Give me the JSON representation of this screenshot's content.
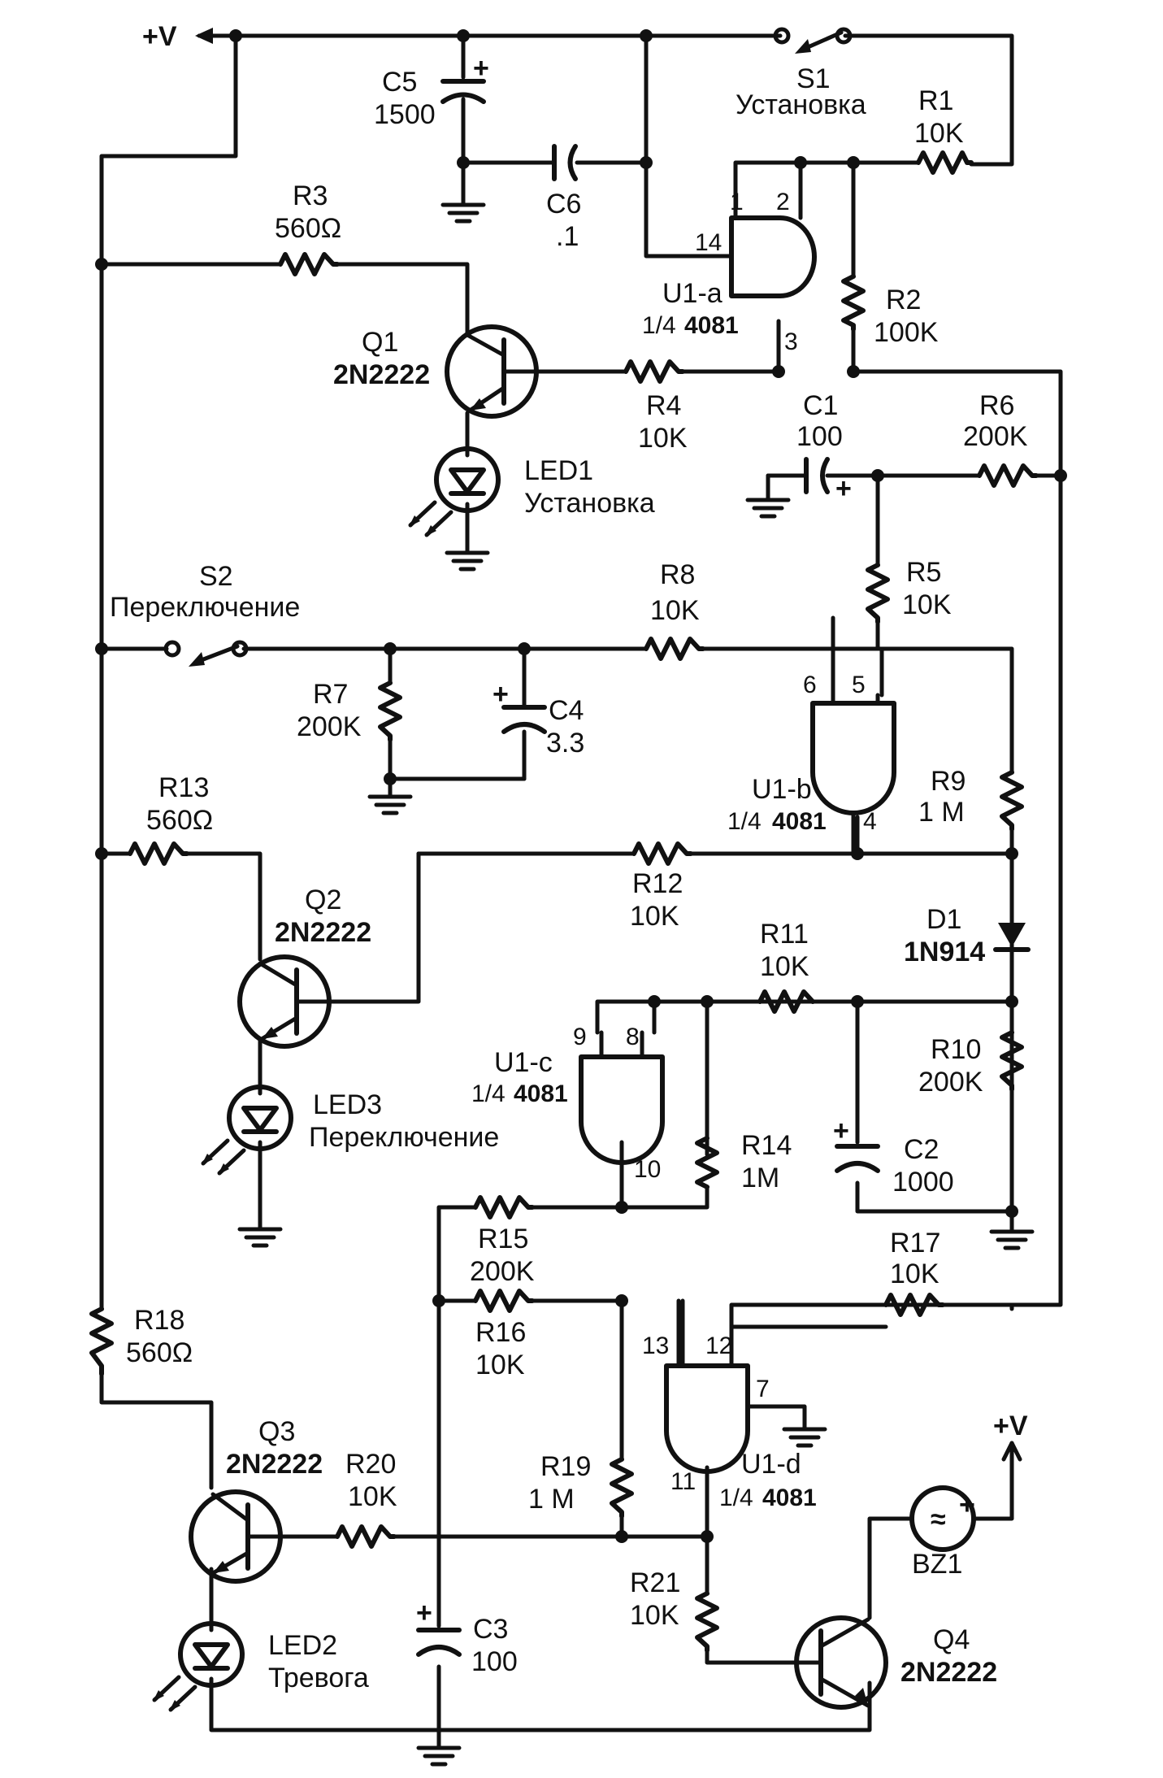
{
  "supply": {
    "pos_label": "+V"
  },
  "switches": {
    "s1": {
      "ref": "S1",
      "name": "Установка"
    },
    "s2": {
      "ref": "S2",
      "name": "Переключение"
    }
  },
  "resistors": {
    "r1": {
      "ref": "R1",
      "value": "10K"
    },
    "r2": {
      "ref": "R2",
      "value": "100K"
    },
    "r3": {
      "ref": "R3",
      "value": "560Ω"
    },
    "r4": {
      "ref": "R4",
      "value": "10K"
    },
    "r5": {
      "ref": "R5",
      "value": "10K"
    },
    "r6": {
      "ref": "R6",
      "value": "200K"
    },
    "r7": {
      "ref": "R7",
      "value": "200K"
    },
    "r8": {
      "ref": "R8",
      "value": "10K"
    },
    "r9": {
      "ref": "R9",
      "value": "1 M"
    },
    "r10": {
      "ref": "R10",
      "value": "200K"
    },
    "r11": {
      "ref": "R11",
      "value": "10K"
    },
    "r12": {
      "ref": "R12",
      "value": "10K"
    },
    "r13": {
      "ref": "R13",
      "value": "560Ω"
    },
    "r14": {
      "ref": "R14",
      "value": "1M"
    },
    "r15": {
      "ref": "R15",
      "value": "200K"
    },
    "r16": {
      "ref": "R16",
      "value": "10K"
    },
    "r17": {
      "ref": "R17",
      "value": "10K"
    },
    "r18": {
      "ref": "R18",
      "value": "560Ω"
    },
    "r19": {
      "ref": "R19",
      "value": "1 M"
    },
    "r20": {
      "ref": "R20",
      "value": "10K"
    },
    "r21": {
      "ref": "R21",
      "value": "10K"
    }
  },
  "capacitors": {
    "c1": {
      "ref": "C1",
      "value": "100"
    },
    "c2": {
      "ref": "C2",
      "value": "1000"
    },
    "c3": {
      "ref": "C3",
      "value": "100"
    },
    "c4": {
      "ref": "C4",
      "value": "3.3"
    },
    "c5": {
      "ref": "C5",
      "value": "1500"
    },
    "c6": {
      "ref": "C6",
      "value": ".1"
    }
  },
  "transistors": {
    "q1": {
      "ref": "Q1",
      "part": "2N2222"
    },
    "q2": {
      "ref": "Q2",
      "part": "2N2222"
    },
    "q3": {
      "ref": "Q3",
      "part": "2N2222"
    },
    "q4": {
      "ref": "Q4",
      "part": "2N2222"
    }
  },
  "leds": {
    "led1": {
      "ref": "LED1",
      "name": "Установка"
    },
    "led2": {
      "ref": "LED2",
      "name": "Тревога"
    },
    "led3": {
      "ref": "LED3",
      "name": "Переключение"
    }
  },
  "diode": {
    "ref": "D1",
    "part": "1N914"
  },
  "buzzer": {
    "ref": "BZ1",
    "symbol": "≈",
    "plus": "+",
    "supply": "+V"
  },
  "gates": {
    "u1a": {
      "ref": "U1-a",
      "frac": "1/4",
      "part": "4081",
      "in1": "1",
      "in2": "2",
      "out": "3",
      "vcc": "14"
    },
    "u1b": {
      "ref": "U1-b",
      "frac": "1/4",
      "part": "4081",
      "in1": "6",
      "in2": "5",
      "out": "4"
    },
    "u1c": {
      "ref": "U1-c",
      "frac": "1/4",
      "part": "4081",
      "in1": "9",
      "in2": "8",
      "out": "10"
    },
    "u1d": {
      "ref": "U1-d",
      "frac": "1/4",
      "part": "4081",
      "in1": "13",
      "in2": "12",
      "out": "11",
      "gnd": "7"
    }
  },
  "polarity": {
    "plus": "+"
  }
}
